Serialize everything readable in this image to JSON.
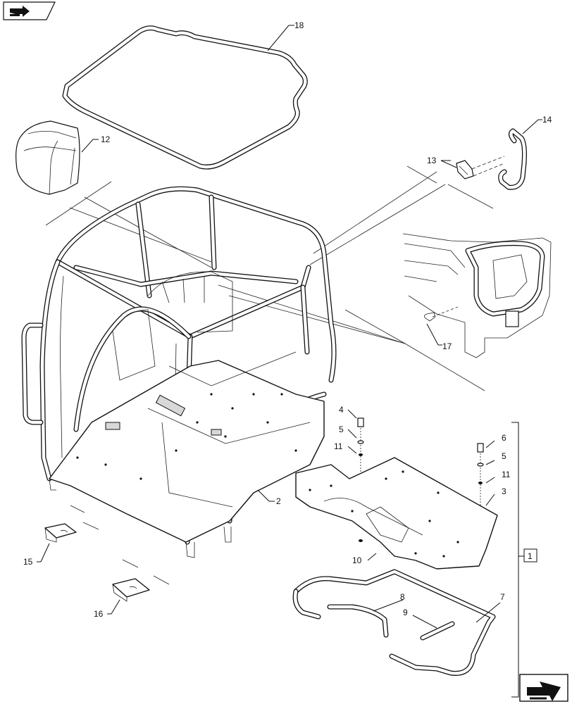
{
  "callouts": {
    "c1": "1",
    "c2": "2",
    "c3": "3",
    "c4": "4",
    "c5a": "5",
    "c5b": "5",
    "c6": "6",
    "c7": "7",
    "c8": "8",
    "c9": "9",
    "c10": "10",
    "c11a": "11",
    "c11b": "11",
    "c12": "12",
    "c13": "13",
    "c14": "14",
    "c15": "15",
    "c16": "16",
    "c17": "17",
    "c18": "18"
  },
  "icons": {
    "top_left": "book-arrow-icon",
    "bottom_right": "next-page-arrow-icon"
  }
}
